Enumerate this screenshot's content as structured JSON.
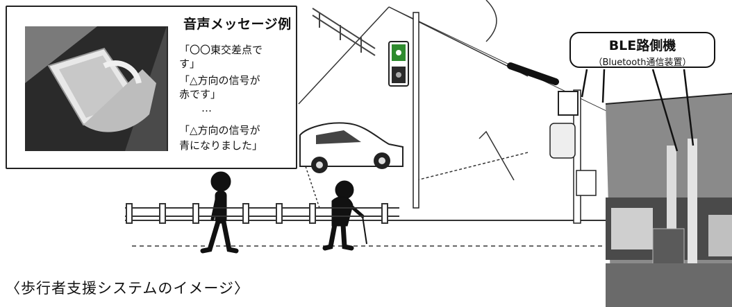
{
  "message_box": {
    "title": "音声メッセージ例",
    "lines": [
      "「〇〇東交差点で",
      "す」",
      "「△方向の信号が",
      "赤です」",
      "…",
      "「△方向の信号が",
      "青になりました」"
    ]
  },
  "device_label": {
    "title": "BLE路側機",
    "subtitle": "（Bluetooth通信装置）"
  },
  "caption": "〈歩行者支援システムのイメージ〉",
  "colors": {
    "line": "#222222",
    "signal_green": "#2e8b2e",
    "photo_dark": "#2a2a2a",
    "photo_mid": "#8a8a8a"
  }
}
